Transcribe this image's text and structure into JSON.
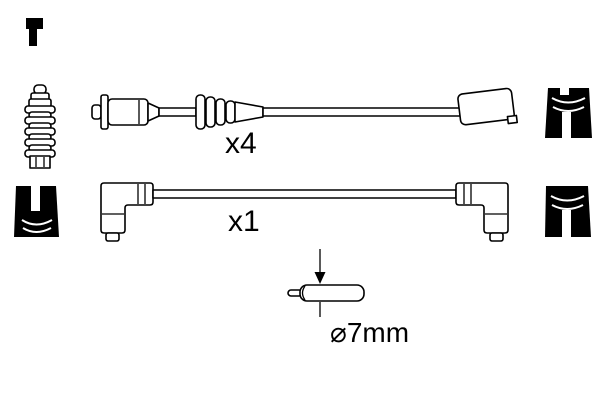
{
  "diagram": {
    "background": "#ffffff",
    "ink_color": "#000000",
    "top_cable_label": "x4",
    "bottom_cable_label": "x1",
    "tube_label": "⌀7mm",
    "components": {
      "corner_mark": "terminal-silhouette-icon",
      "left_part": "ribbed-spark-plug-connector",
      "top_cable": "ignition-cable-straight-plug",
      "bottom_cable": "ignition-cable-angled-boots",
      "black_parts": "rubber-boot",
      "bottom_part": "cable-sleeve-7mm"
    }
  }
}
